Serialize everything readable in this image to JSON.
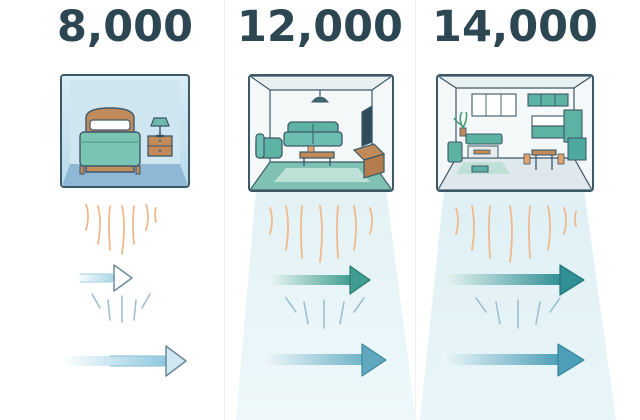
{
  "colors": {
    "text": "#2c4652",
    "outline": "#3d5868",
    "teal": "#5cb3a4",
    "wave": "#f0b98c",
    "arrow_small": "#9fd3e6",
    "arrow_mid": "#4fa89f",
    "arrow_large": "#2f8f95"
  },
  "panels": [
    {
      "value": "8,000",
      "room": "bedroom",
      "icon": "bed-icon"
    },
    {
      "value": "12,000",
      "room": "living-room",
      "icon": "sofa-icon"
    },
    {
      "value": "14,000",
      "room": "open-plan-living-kitchen",
      "icon": "kitchen-icon"
    }
  ]
}
